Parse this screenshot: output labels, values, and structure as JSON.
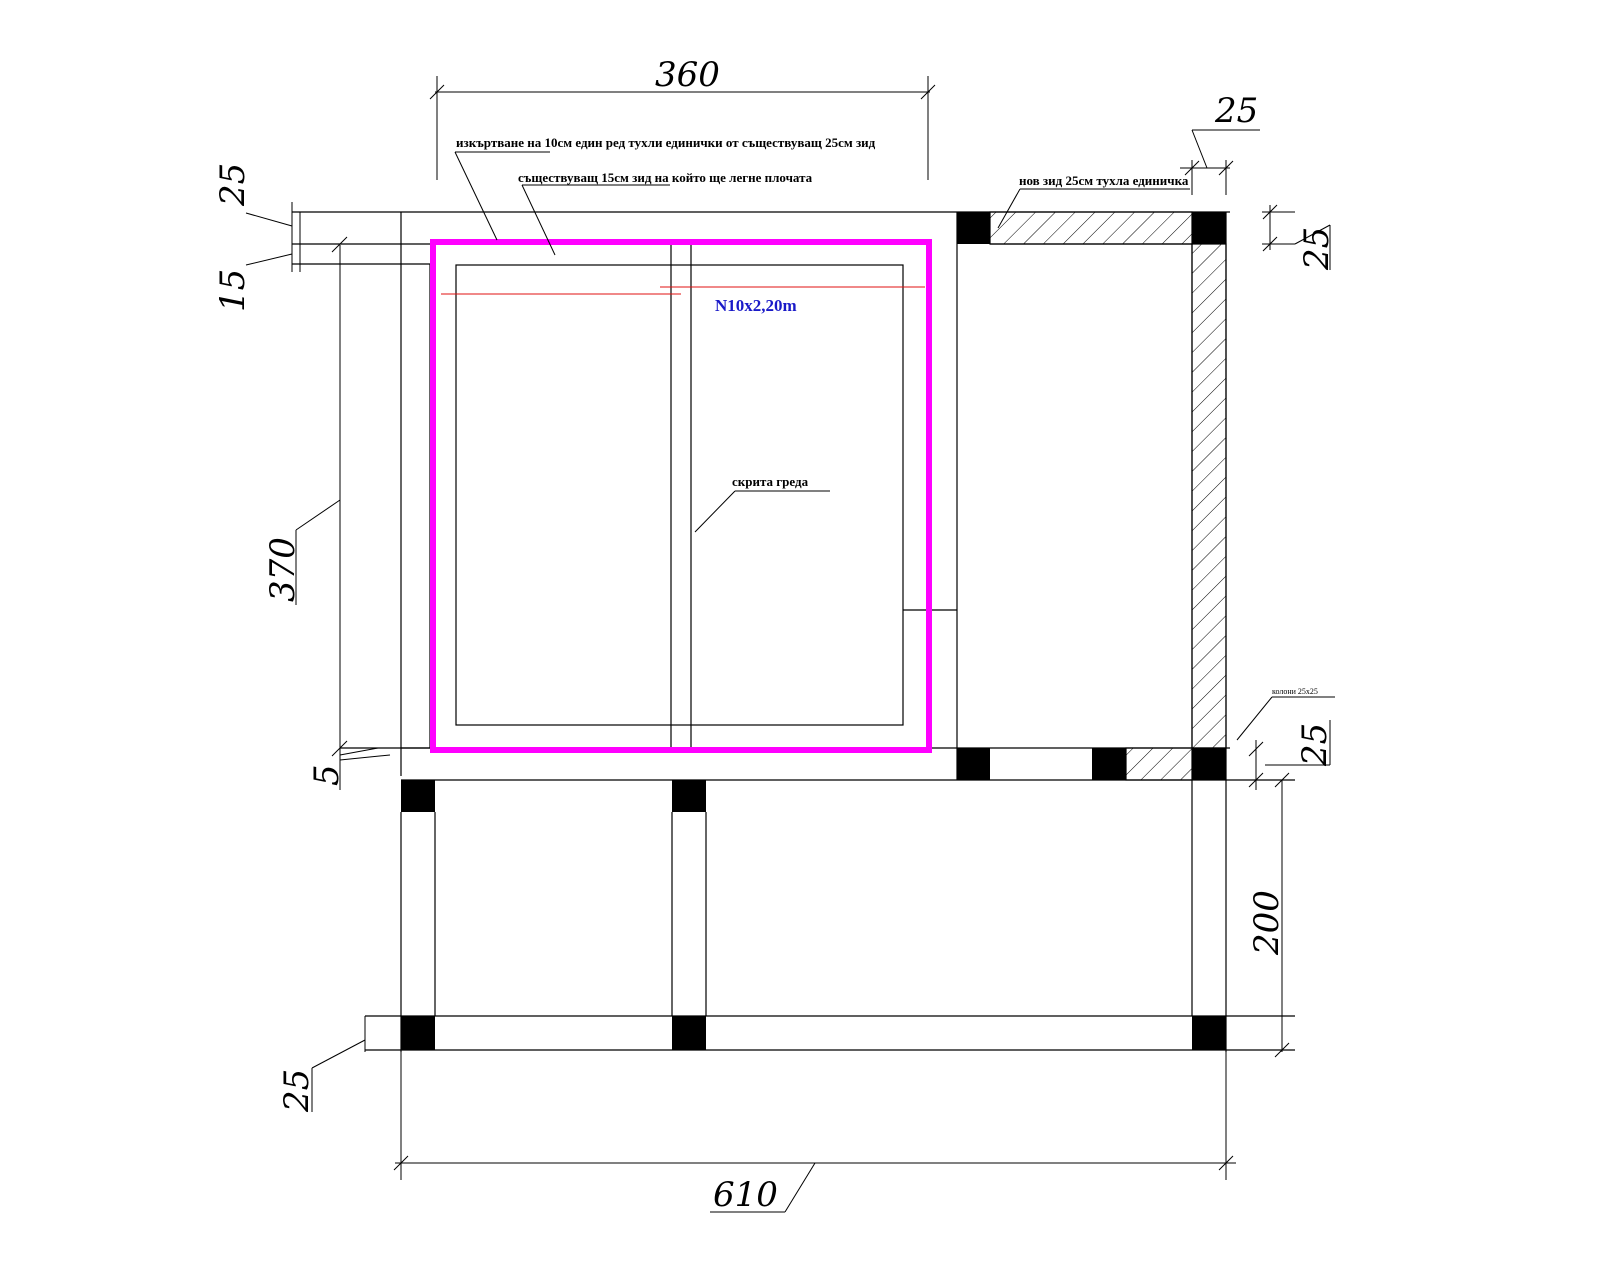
{
  "dimensions": {
    "top_span": "360",
    "top_right_wall": "25",
    "left_top_wall": "25",
    "left_existing_wall": "15",
    "right_upper": "25",
    "left_height": "370",
    "left_gap": "5",
    "right_lower": "25",
    "right_height": "200",
    "left_bottom": "25",
    "total_width": "610"
  },
  "notes": {
    "cut_note": "изкъртване на  10см един ред тухли единички    от съществуващ 25см зид",
    "existing_wall": "съществуващ 15см зид на който ще легне плочата",
    "new_wall": "нов зид 25см тухла единичка",
    "hidden_beam": "скрита греда",
    "column_note": "колони 25х25"
  },
  "rebar": {
    "label": "N10x2,20m",
    "color": "#1a1ac8"
  },
  "colors": {
    "slab_outline": "#ff00ff",
    "rebar_line": "#e01010"
  }
}
